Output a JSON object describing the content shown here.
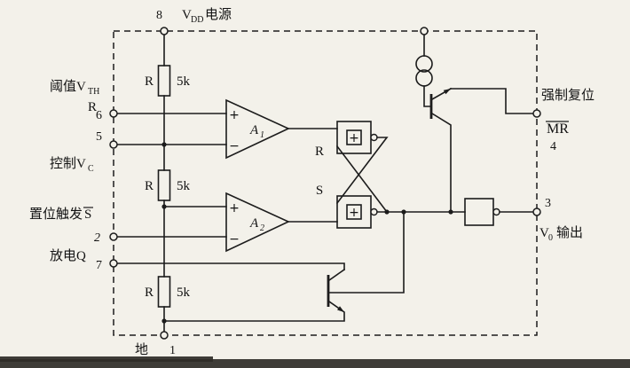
{
  "pins": {
    "pin8": {
      "num": "8",
      "main": "V",
      "sub": "DD",
      "suffix": "电源"
    },
    "pin6": {
      "num": "6",
      "main": "阈值V",
      "sub": "TH",
      "alt": "R"
    },
    "pin5": {
      "num": "5",
      "main": "控制V",
      "sub": "C"
    },
    "pin2": {
      "num": "2",
      "main": "置位触发",
      "ov": "S"
    },
    "pin7": {
      "num": "7",
      "main": "放电Q"
    },
    "pin1": {
      "num": "1",
      "main": "地"
    },
    "pin4": {
      "num": "4",
      "main": "强制复位",
      "ov": "MR"
    },
    "pin3": {
      "num": "3",
      "main": "V",
      "sub": "0",
      "suffix": "输出"
    }
  },
  "resistors": [
    {
      "name": "R",
      "value": "5k"
    },
    {
      "name": "R",
      "value": "5k"
    },
    {
      "name": "R",
      "value": "5k"
    }
  ],
  "comparators": [
    {
      "plus": "+",
      "minus": "−",
      "name": "A",
      "index": "1"
    },
    {
      "plus": "+",
      "minus": "−",
      "name": "A",
      "index": "2"
    }
  ],
  "flipflop": {
    "r": "R",
    "s": "S",
    "plus_top": "+",
    "plus_bottom": "+"
  }
}
